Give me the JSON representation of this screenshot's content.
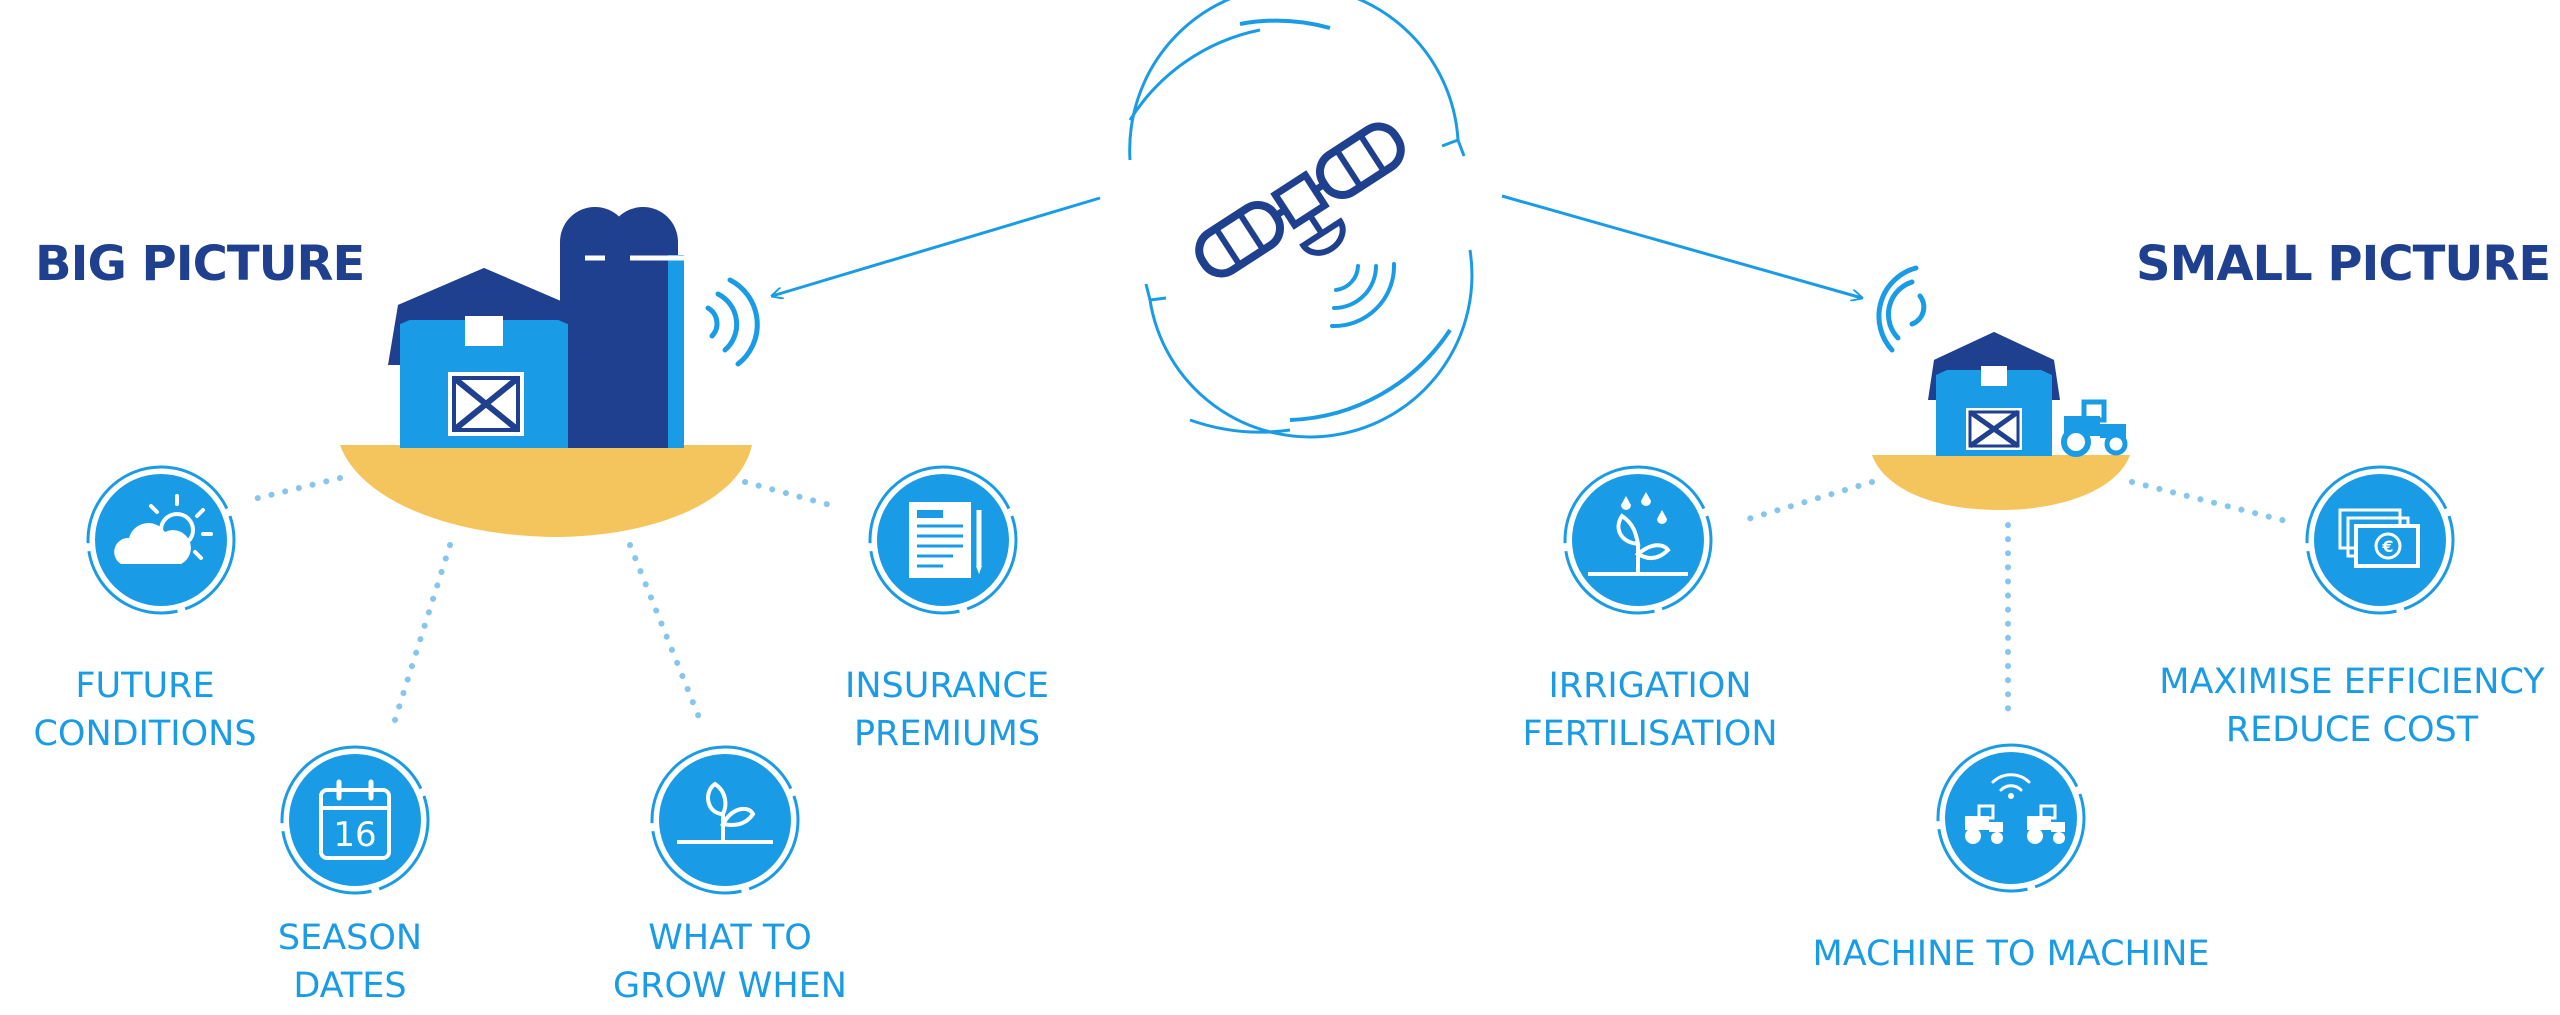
{
  "headings": {
    "big": "BIG PICTURE",
    "small": "SMALL PICTURE"
  },
  "calendar_day": "16",
  "labels": {
    "future": [
      "FUTURE",
      "CONDITIONS"
    ],
    "season": [
      "SEASON",
      "DATES"
    ],
    "grow": [
      "WHAT TO",
      "GROW WHEN"
    ],
    "insurance": [
      "INSURANCE",
      "PREMIUMS"
    ],
    "irrigation": [
      "IRRIGATION",
      "FERTILISATION"
    ],
    "machine": [
      "MACHINE TO MACHINE"
    ],
    "efficiency": [
      "MAXIMISE EFFICIENCY",
      "REDUCE COST"
    ]
  },
  "icons": {
    "future": "weather-icon",
    "season": "calendar-icon",
    "grow": "sprout-icon",
    "insurance": "document-icon",
    "irrigation": "watering-plant-icon",
    "machine": "connected-tractors-icon",
    "efficiency": "banknotes-icon",
    "satellite": "satellite-icon"
  },
  "colors": {
    "dark": "#1f3f8f",
    "blue": "#1a9be6",
    "sand": "#f4c55c",
    "white": "#ffffff"
  }
}
